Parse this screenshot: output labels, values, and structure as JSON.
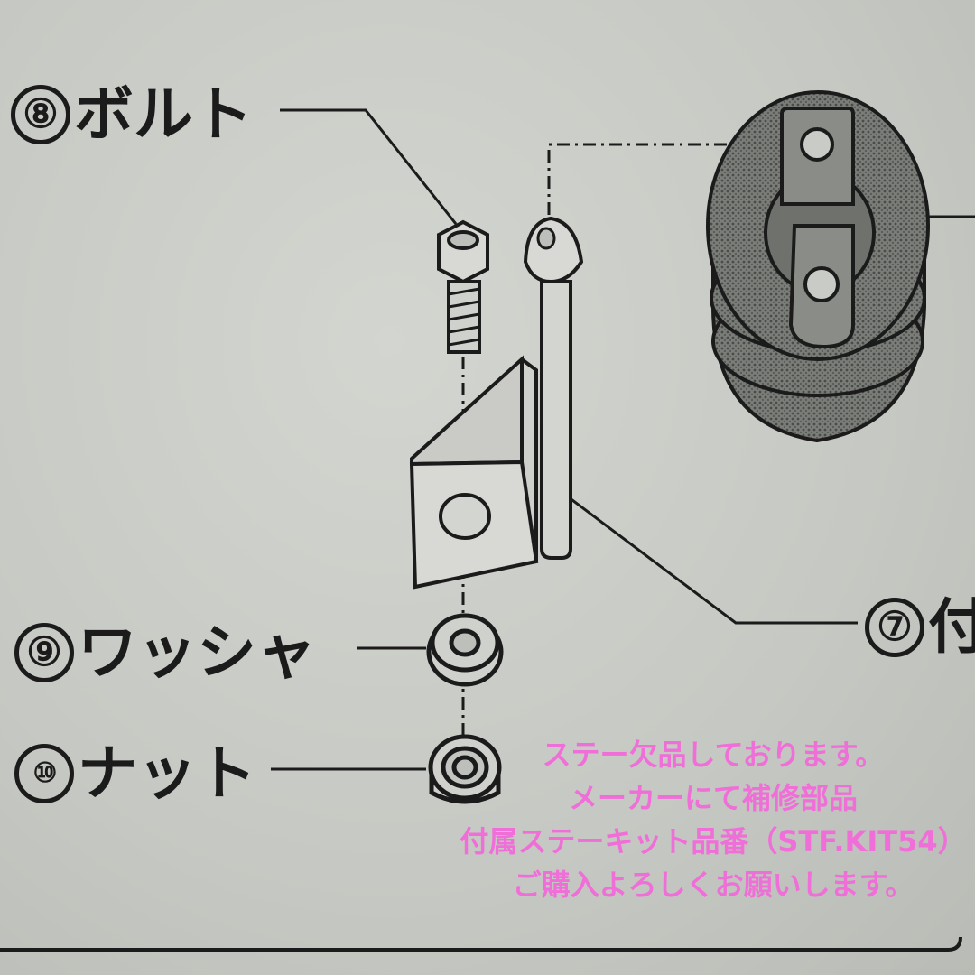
{
  "parts": [
    {
      "number": "⑧",
      "name": "ボルト"
    },
    {
      "number": "⑨",
      "name": "ワッシャ"
    },
    {
      "number": "⑩",
      "name": "ナット"
    },
    {
      "number": "⑦",
      "name": "付"
    }
  ],
  "notice": {
    "lines": [
      "ステー欠品しております。",
      "メーカーにて補修部品",
      "付属ステーキット品番（STF.KIT54）",
      "ご購入よろしくお願いします。"
    ],
    "color": "#f06ed8"
  }
}
